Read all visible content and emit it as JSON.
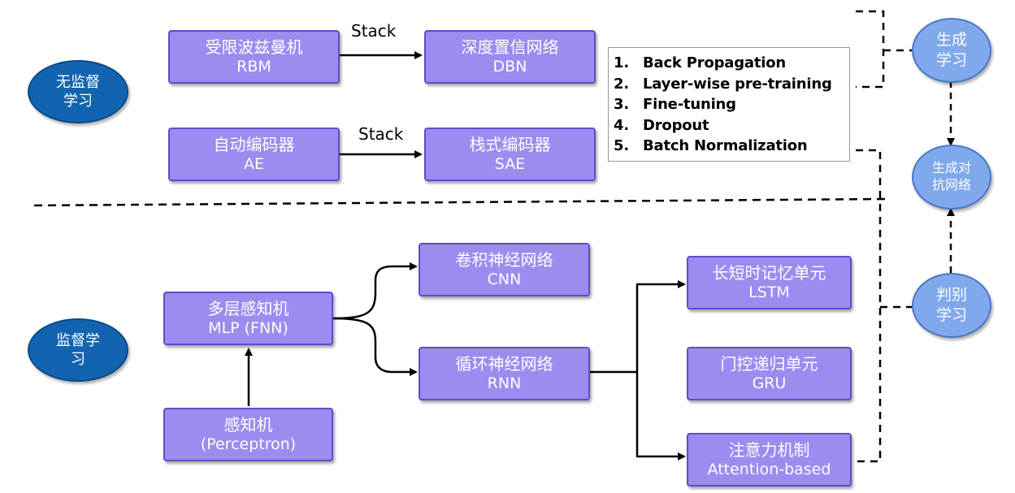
{
  "groups": {
    "unsupervised": "无监督\n学习",
    "supervised": "监督学\n习"
  },
  "nodes": {
    "rbm": {
      "cn": "受限波兹曼机",
      "en": "RBM"
    },
    "dbn": {
      "cn": "深度置信网络",
      "en": "DBN"
    },
    "ae": {
      "cn": "自动编码器",
      "en": "AE"
    },
    "sae": {
      "cn": "栈式编码器",
      "en": "SAE"
    },
    "mlp": {
      "cn": "多层感知机",
      "en": "MLP (FNN)"
    },
    "perceptron": {
      "cn": "感知机",
      "en": "(Perceptron)"
    },
    "cnn": {
      "cn": "卷积神经网络",
      "en": "CNN"
    },
    "rnn": {
      "cn": "循环神经网络",
      "en": "RNN"
    },
    "lstm": {
      "cn": "长短时记忆单元",
      "en": "LSTM"
    },
    "gru": {
      "cn": "门控递归单元",
      "en": "GRU"
    },
    "attention": {
      "cn": "注意力机制",
      "en": "Attention-based"
    }
  },
  "edge_labels": {
    "rbm_dbn": "Stack",
    "ae_sae": "Stack"
  },
  "techniques": [
    {
      "num": "1.",
      "text": "Back Propagation"
    },
    {
      "num": "2.",
      "text": "Layer-wise pre-training"
    },
    {
      "num": "3.",
      "text": "Fine-tuning"
    },
    {
      "num": "4.",
      "text": "Dropout"
    },
    {
      "num": "5.",
      "text": "Batch Normalization"
    }
  ],
  "categories": {
    "generative": "生成\n学习",
    "gan": "生成对\n抗网络",
    "discriminative": "判别\n学习"
  },
  "colors": {
    "node_fill": "#9b8cf0",
    "group_fill": "#1264b0",
    "category_fill": "#7fa9ec"
  }
}
